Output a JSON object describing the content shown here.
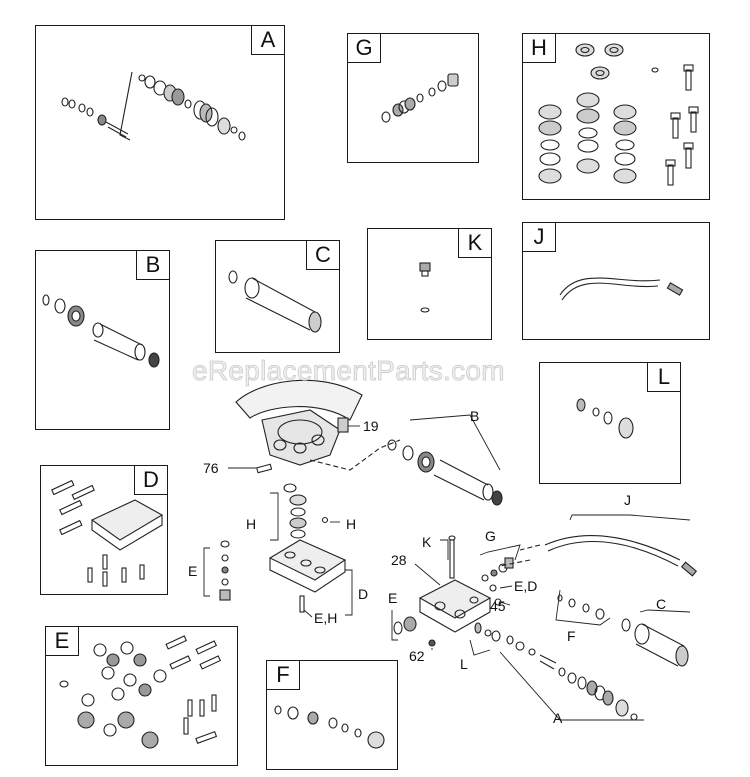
{
  "watermark": "eReplacementParts.com",
  "kits": {
    "A": "A",
    "B": "B",
    "C": "C",
    "D": "D",
    "E": "E",
    "F": "F",
    "G": "G",
    "H": "H",
    "J": "J",
    "K": "K",
    "L": "L"
  },
  "callouts": {
    "c19": "19",
    "c76": "76",
    "cB": "B",
    "cH1": "H",
    "cH2": "H",
    "cE1": "E",
    "cD": "D",
    "cEH": "E,H",
    "cK": "K",
    "cG": "G",
    "c28": "28",
    "cJ": "J",
    "cED": "E,D",
    "cE2": "E",
    "c45": "45",
    "cC": "C",
    "cF": "F",
    "c62": "62",
    "cL": "L",
    "cA": "A"
  }
}
